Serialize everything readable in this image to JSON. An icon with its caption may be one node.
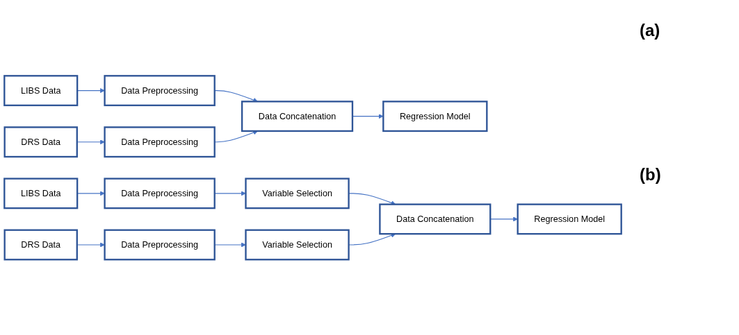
{
  "diagram": {
    "nodes": [
      {
        "text": [
          "LIBS Data"
        ]
      },
      {
        "text": [
          "Data Preprocessing"
        ]
      },
      {
        "text": [
          "DRS Data"
        ]
      },
      {
        "text": [
          "Data Preprocessing"
        ]
      },
      {
        "text": [
          "Data Concatenation"
        ]
      },
      {
        "text": [
          "Regression Model"
        ]
      },
      {
        "text": [
          "LIBS Data"
        ]
      },
      {
        "text": [
          "Data Preprocessing"
        ]
      },
      {
        "text": [
          "Variable Selection"
        ]
      },
      {
        "text": [
          "DRS Data"
        ]
      },
      {
        "text": [
          "Data Preprocessing"
        ]
      },
      {
        "text": [
          "Variable Selection"
        ]
      },
      {
        "text": [
          "Data Concatenation"
        ]
      },
      {
        "text": [
          "Regression Model"
        ]
      }
    ],
    "edges": [
      {
        "from": 0,
        "to": 1,
        "arrow": "to"
      },
      {
        "from": 2,
        "to": 3,
        "arrow": "to"
      },
      {
        "from": 1,
        "to": 4,
        "arrow": "to"
      },
      {
        "from": 3,
        "to": 4,
        "arrow": "to"
      },
      {
        "from": 4,
        "to": 5,
        "arrow": "to"
      },
      {
        "from": 6,
        "to": 7,
        "arrow": "to"
      },
      {
        "from": 7,
        "to": 8,
        "arrow": "to"
      },
      {
        "from": 9,
        "to": 10,
        "arrow": "to"
      },
      {
        "from": 10,
        "to": 11,
        "arrow": "to"
      },
      {
        "from": 8,
        "to": 12,
        "arrow": "to"
      },
      {
        "from": 11,
        "to": 12,
        "arrow": "to"
      },
      {
        "from": 12,
        "to": 13,
        "arrow": "to"
      }
    ],
    "labels": [
      "(a)",
      "(b)"
    ]
  }
}
